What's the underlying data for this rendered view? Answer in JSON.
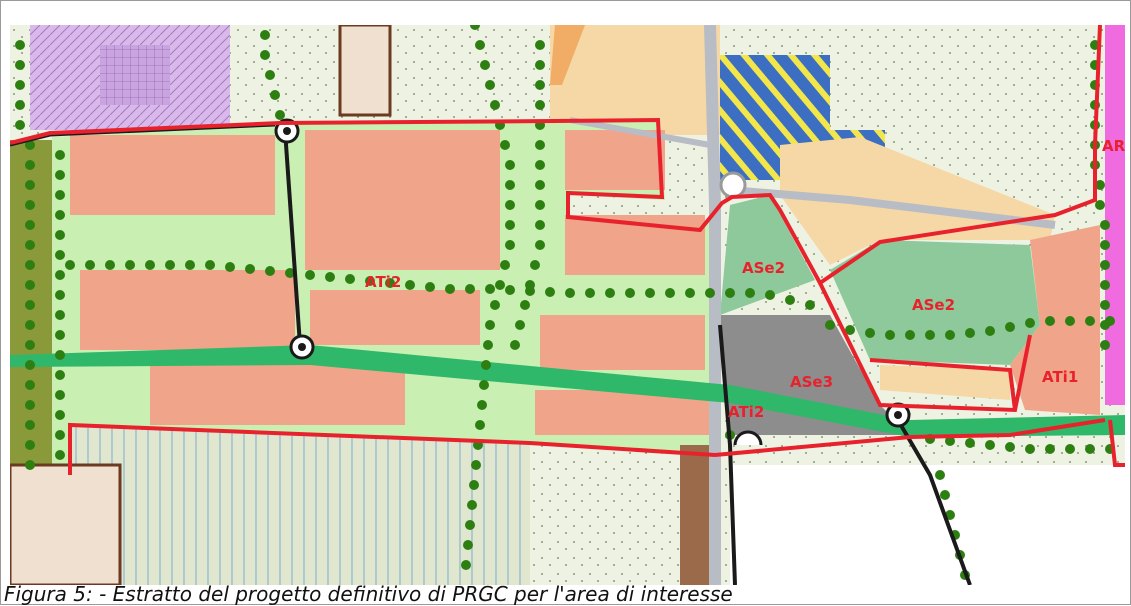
{
  "map": {
    "zones": [
      "ATi2",
      "ATi2",
      "ASe2",
      "ASe2",
      "ASe3",
      "ATi1",
      "AR"
    ]
  },
  "caption": "Figura 5:  - Estratto del progetto definitivo di PRGC per l'area di interesse",
  "colors": {
    "perimeter": "#e8222c",
    "industrial_zone": "#f0a58a",
    "green_area": "#c9f0b2",
    "green_corridor": "#2fb86a",
    "residential": "#f6d7a6",
    "service_area": "#8dc99a",
    "gray_area": "#8d8d8d",
    "tree_dots": "#2d7f12"
  }
}
